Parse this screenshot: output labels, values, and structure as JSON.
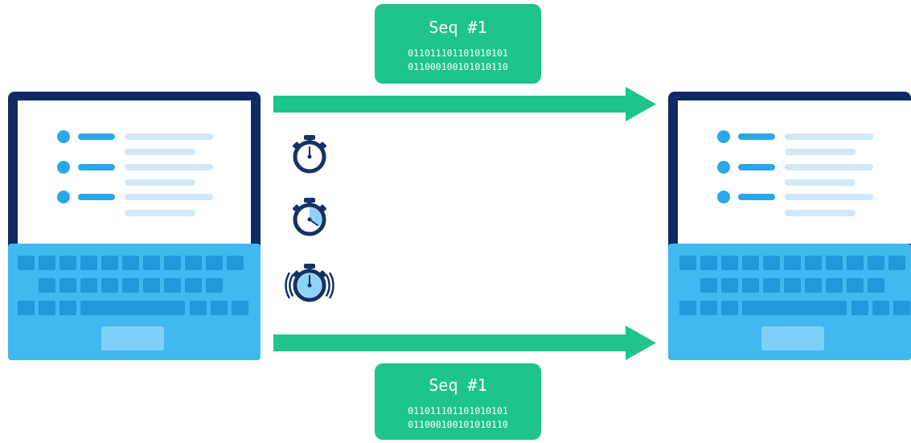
{
  "packets": [
    {
      "title": "Seq #1",
      "bits": [
        "011011101101010101",
        "011000100101010110"
      ]
    },
    {
      "title": "Seq #1",
      "bits": [
        "011011101101010101",
        "011000100101010110"
      ]
    }
  ],
  "timers": [
    {
      "icon": "stopwatch-icon",
      "elapsed_fraction": 0.0,
      "ringing": false
    },
    {
      "icon": "stopwatch-icon",
      "elapsed_fraction": 0.35,
      "ringing": false
    },
    {
      "icon": "stopwatch-ringing-icon",
      "elapsed_fraction": 1.0,
      "ringing": true
    }
  ],
  "colors": {
    "packet_green": "#1ec48b",
    "arrow_green": "#1ec48b",
    "laptop_navy": "#102a64",
    "laptop_body": "#40b8f0",
    "keys": "#1e9ad8",
    "bullet_blue": "#28a8e8",
    "line_light": "#cfe9f9",
    "timer_navy": "#143266",
    "timer_fill": "#8fd2f5"
  }
}
